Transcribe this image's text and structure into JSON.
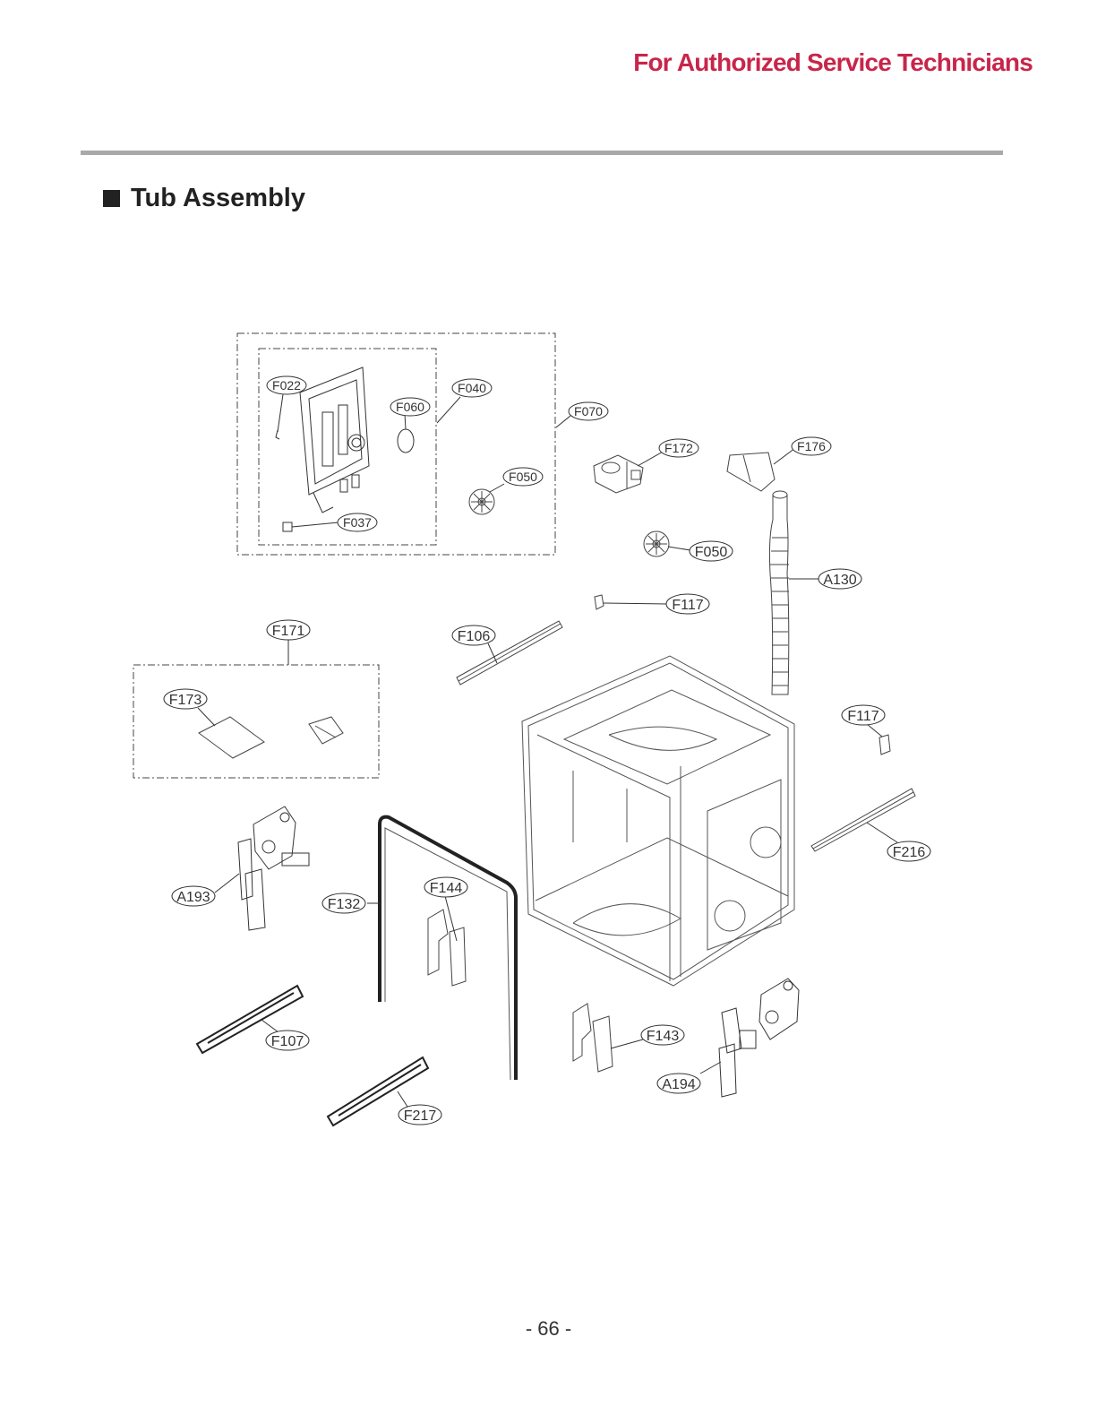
{
  "header": {
    "text": "For Authorized Service Technicians",
    "color": "#c8254a"
  },
  "section": {
    "title": "Tub Assembly"
  },
  "footer": {
    "page_number": "- 66 -"
  },
  "callouts": [
    {
      "id": "F022"
    },
    {
      "id": "F040"
    },
    {
      "id": "F060"
    },
    {
      "id": "F070"
    },
    {
      "id": "F050"
    },
    {
      "id": "F037"
    },
    {
      "id": "F172"
    },
    {
      "id": "F176"
    },
    {
      "id": "F050"
    },
    {
      "id": "A130"
    },
    {
      "id": "F117"
    },
    {
      "id": "F171"
    },
    {
      "id": "F106"
    },
    {
      "id": "F173"
    },
    {
      "id": "F117"
    },
    {
      "id": "F216"
    },
    {
      "id": "A193"
    },
    {
      "id": "F132"
    },
    {
      "id": "F144"
    },
    {
      "id": "F107"
    },
    {
      "id": "F143"
    },
    {
      "id": "A194"
    },
    {
      "id": "F217"
    }
  ]
}
